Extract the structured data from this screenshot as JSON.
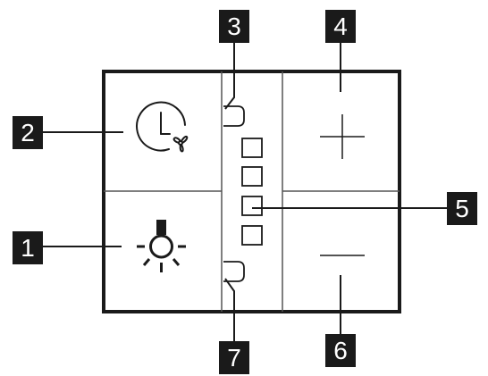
{
  "colors": {
    "line": "#1a1a1a",
    "thin_line": "#555555",
    "callout_bg": "#1a1a1a",
    "callout_text": "#ffffff"
  },
  "controls": {
    "timer_fan": {
      "icon": "clock-fan-icon"
    },
    "light": {
      "icon": "light-bulb-icon"
    },
    "plus": {
      "icon": "plus-icon"
    },
    "minus": {
      "icon": "minus-icon"
    },
    "upper_indicator": {
      "icon": "indicator-light"
    },
    "lower_indicator": {
      "icon": "indicator-light"
    },
    "level_indicators": {
      "count": 4
    }
  },
  "callouts": {
    "c1": "1",
    "c2": "2",
    "c3": "3",
    "c4": "4",
    "c5": "5",
    "c6": "6",
    "c7": "7"
  }
}
